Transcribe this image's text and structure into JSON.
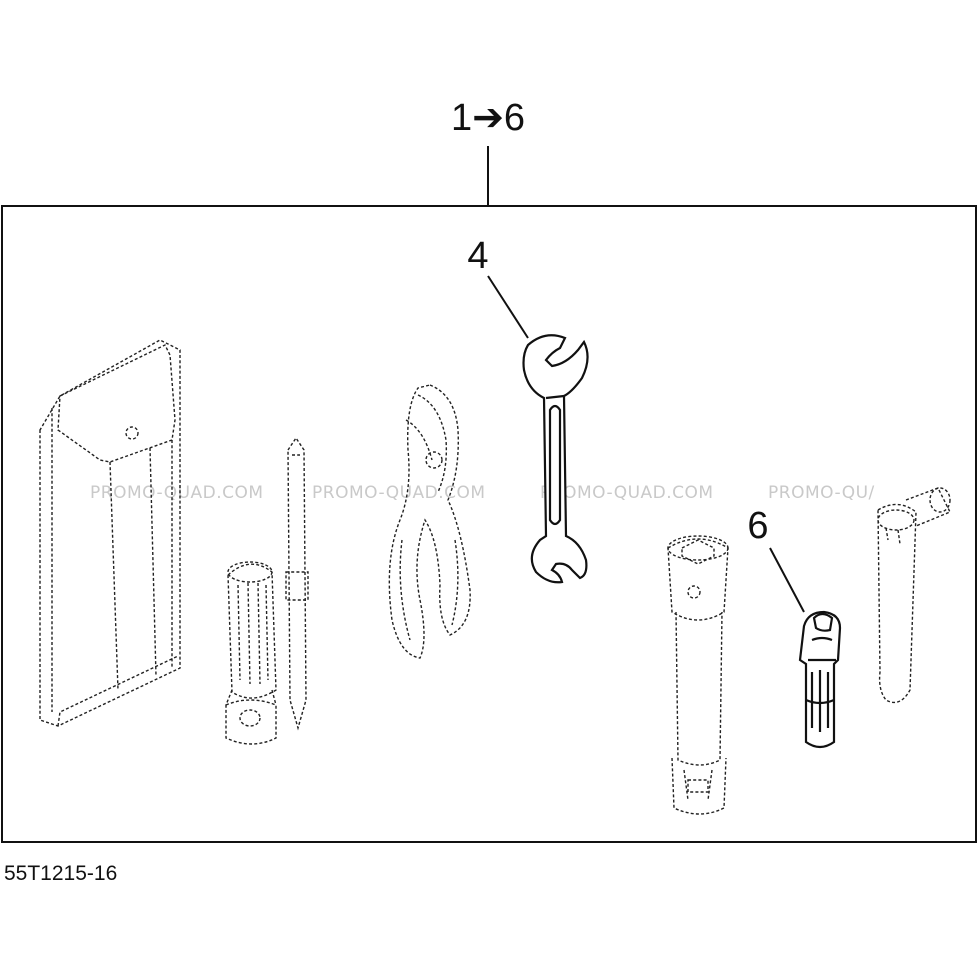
{
  "diagram": {
    "range_label": "1➔6",
    "callouts": [
      {
        "id": "4",
        "label": "4"
      },
      {
        "id": "6",
        "label": "6"
      }
    ],
    "watermark_texts": [
      "PROMO-QUAD.COM",
      "PROMO-QUAD.COM",
      "PROMO-QUAD.COM",
      "PROMO-QU/"
    ],
    "drawing_code": "55T1215-16",
    "colors": {
      "line": "#111111",
      "watermark": "#c9c9c9",
      "background": "#ffffff"
    }
  }
}
